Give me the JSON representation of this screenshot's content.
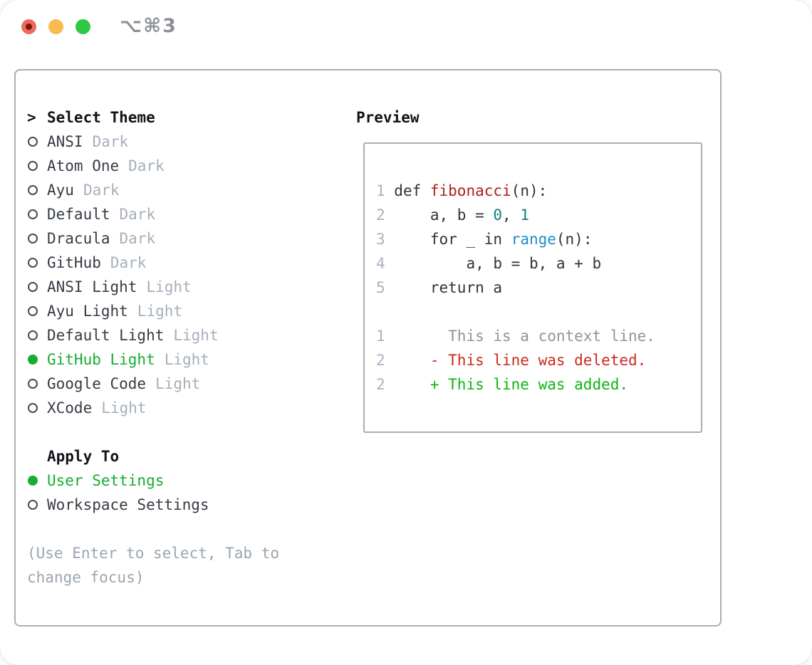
{
  "window": {
    "title": "⌥⌘3"
  },
  "colors": {
    "accent-green": "#17ad33",
    "add-green": "#10b512",
    "del-red": "#cb2a1c",
    "func-red": "#ab201a",
    "const-teal": "#0e7f8a",
    "call-blue": "#1d8cc8",
    "ink": "#2f353c",
    "black": "#101418",
    "item": "#363c44",
    "muted": "#a6afbb",
    "linenum": "#a9b2bf",
    "ctx-gray": "#8d949c",
    "hint": "#9aa4b0",
    "border": "#a7afb9",
    "title-gray": "#8d9196",
    "light-red": "#ed6a5f",
    "light-red-dot": "#7c150c",
    "light-yellow": "#f6bd4e",
    "light-green": "#2ec943"
  },
  "theme_selector": {
    "prompt": ">",
    "title": "Select Theme",
    "themes": [
      {
        "name": "ANSI",
        "variant": "Dark",
        "selected": false
      },
      {
        "name": "Atom One",
        "variant": "Dark",
        "selected": false
      },
      {
        "name": "Ayu",
        "variant": "Dark",
        "selected": false
      },
      {
        "name": "Default",
        "variant": "Dark",
        "selected": false
      },
      {
        "name": "Dracula",
        "variant": "Dark",
        "selected": false
      },
      {
        "name": "GitHub",
        "variant": "Dark",
        "selected": false
      },
      {
        "name": "ANSI Light",
        "variant": "Light",
        "selected": false
      },
      {
        "name": "Ayu Light",
        "variant": "Light",
        "selected": false
      },
      {
        "name": "Default Light",
        "variant": "Light",
        "selected": false
      },
      {
        "name": "GitHub Light",
        "variant": "Light",
        "selected": true
      },
      {
        "name": "Google Code",
        "variant": "Light",
        "selected": false
      },
      {
        "name": "XCode",
        "variant": "Light",
        "selected": false
      }
    ],
    "apply_to": {
      "title": "Apply To",
      "options": [
        {
          "name": "User Settings",
          "selected": true
        },
        {
          "name": "Workspace Settings",
          "selected": false
        }
      ]
    },
    "hint": "(Use Enter to select, Tab to change focus)"
  },
  "preview": {
    "title": "Preview",
    "lines": [
      [
        {
          "t": "1",
          "c": "num"
        },
        {
          "t": " def ",
          "c": "plain"
        },
        {
          "t": "fibonacci",
          "c": "func"
        },
        {
          "t": "(n):",
          "c": "plain"
        }
      ],
      [
        {
          "t": "2",
          "c": "num"
        },
        {
          "t": "     a, b = ",
          "c": "plain"
        },
        {
          "t": "0",
          "c": "const"
        },
        {
          "t": ", ",
          "c": "plain"
        },
        {
          "t": "1",
          "c": "const"
        }
      ],
      [
        {
          "t": "3",
          "c": "num"
        },
        {
          "t": "     for _ in ",
          "c": "plain"
        },
        {
          "t": "range",
          "c": "call"
        },
        {
          "t": "(n):",
          "c": "plain"
        }
      ],
      [
        {
          "t": "4",
          "c": "num"
        },
        {
          "t": "         a, b = b, a + b",
          "c": "plain"
        }
      ],
      [
        {
          "t": "5",
          "c": "num"
        },
        {
          "t": "     return a",
          "c": "plain"
        }
      ],
      [],
      [
        {
          "t": "1",
          "c": "num"
        },
        {
          "t": "       This is a context line.",
          "c": "ctx"
        }
      ],
      [
        {
          "t": "2",
          "c": "num"
        },
        {
          "t": "     ",
          "c": "plain"
        },
        {
          "t": "- This line was deleted.",
          "c": "del"
        }
      ],
      [
        {
          "t": "2",
          "c": "num"
        },
        {
          "t": "     ",
          "c": "plain"
        },
        {
          "t": "+ This line was added.",
          "c": "add"
        }
      ]
    ]
  }
}
